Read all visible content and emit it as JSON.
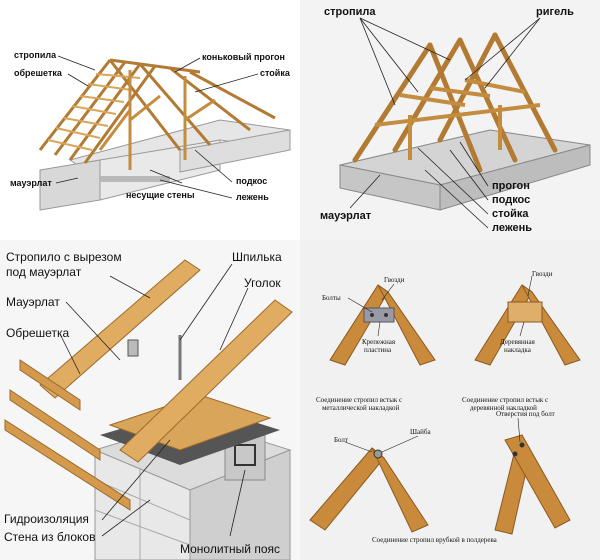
{
  "panel1": {
    "labels": {
      "rafters": "стропила",
      "lathing": "обрешетка",
      "ridge_purlin": "коньковый прогон",
      "post": "стойка",
      "wall_plate": "мауэрлат",
      "bearing_walls": "несущие стены",
      "strut": "подкос",
      "sleeper": "лежень"
    }
  },
  "panel2": {
    "labels": {
      "rafters": "стропила",
      "collar_beam": "ригель",
      "wall_plate": "мауэрлат",
      "purlin": "прогон",
      "strut": "подкос",
      "post": "стойка",
      "sleeper": "лежень"
    }
  },
  "panel3": {
    "labels": {
      "rafter_with_cutout_line1": "Стропило с вырезом",
      "rafter_with_cutout_line2": "под мауэрлат",
      "stud": "Шпилька",
      "angle": "Уголок",
      "wall_plate": "Мауэрлат",
      "lathing": "Обрешетка",
      "waterproofing": "Гидроизоляция",
      "block_wall": "Стена из блоков",
      "monolithic_belt": "Монолитный пояс"
    }
  },
  "panel4": {
    "labels": {
      "bolts": "Болты",
      "nails_left": "Гвозди",
      "nails_right": "Гвозди",
      "fastening_plate_line1": "Крепежная",
      "fastening_plate_line2": "пластина",
      "wooden_overlay_line1": "Деревянная",
      "wooden_overlay_line2": "накладка",
      "caption_metal_line1": "Соединение стропил встык с",
      "caption_metal_line2": "металлической накладкой",
      "caption_wood_line1": "Соединение стропил встык с",
      "caption_wood_line2": "деревянной накладкой",
      "bolt": "Болт",
      "washer": "Шайба",
      "bolt_hole": "Отверстия под болт",
      "caption_notch": "Соединение стропил врубкой в полдерева"
    }
  },
  "colors": {
    "timber": "#d9a55a",
    "timber_dark": "#b27a32",
    "wall": "#e4e4e4",
    "leader": "#222222"
  }
}
